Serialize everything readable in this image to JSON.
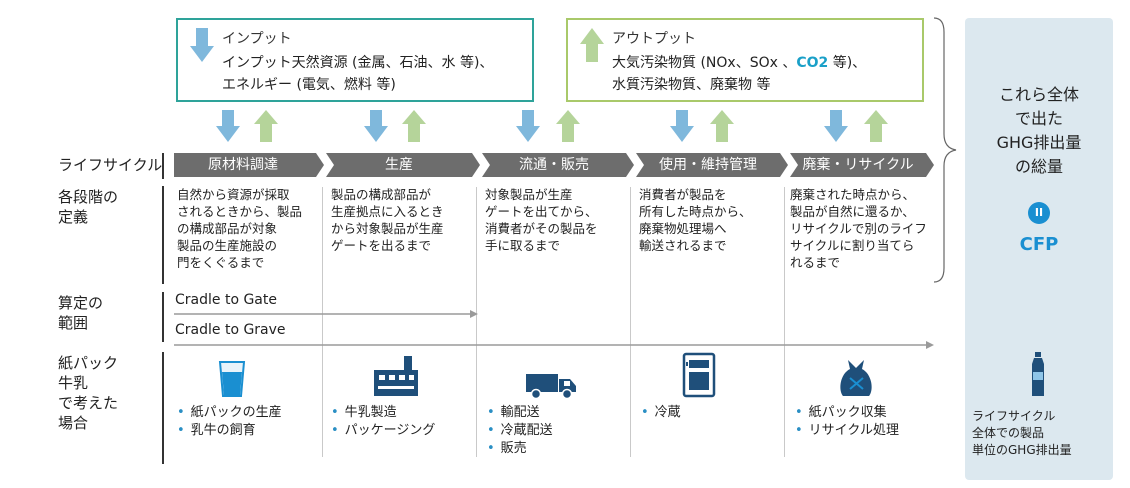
{
  "input_box": {
    "title": "インプット",
    "line1": "インプット天然資源 (金属、石油、水 等)、",
    "line2": "エネルギー (電気、燃料 等)"
  },
  "output_box": {
    "title": "アウトプット",
    "line1_pre": "大気汚染物質 (NOx、SOx 、",
    "line1_co2": "CO2",
    "line1_post": " 等)、",
    "line2": "水質汚染物質、廃棄物 等"
  },
  "row_labels": {
    "lifecycle": "ライフサイクル",
    "definition_1": "各段階の",
    "definition_2": "定義",
    "range_1": "算定の",
    "range_2": "範囲",
    "example_1": "紙パック",
    "example_2": "牛乳",
    "example_3": "で考えた",
    "example_4": "場合"
  },
  "stages": [
    {
      "label": "原材料調達",
      "definition": "自然から資源が採取\nされるときから、製品\nの構成部品が対象\n製品の生産施設の\n門をくぐるまで",
      "examples": [
        "紙パックの生産",
        "乳牛の飼育"
      ],
      "icon": "milk-glass-icon"
    },
    {
      "label": "生産",
      "definition": "製品の構成部品が\n生産拠点に入るとき\nから対象製品が生産\nゲートを出るまで",
      "examples": [
        "牛乳製造",
        "パッケージング"
      ],
      "icon": "factory-icon"
    },
    {
      "label": "流通・販売",
      "definition": "対象製品が生産\nゲートを出てから、\n消費者がその製品を\n手に取るまで",
      "examples": [
        "輸配送",
        "冷蔵配送",
        "販売"
      ],
      "icon": "truck-icon"
    },
    {
      "label": "使用・維持管理",
      "definition": "消費者が製品を\n所有した時点から、\n廃棄物処理場へ\n輸送されるまで",
      "examples": [
        "冷蔵"
      ],
      "icon": "refrigerator-icon"
    },
    {
      "label": "廃棄・リサイクル",
      "definition": "廃棄された時点から、\n製品が自然に還るか、\nリサイクルで別のライフ\nサイクルに割り当てら\nれるまで",
      "examples": [
        "紙パック収集",
        "リサイクル処理"
      ],
      "icon": "garbage-bag-icon"
    }
  ],
  "ranges": {
    "gate": "Cradle to Gate",
    "grave": "Cradle to Grave"
  },
  "right_panel": {
    "line1": "これら全体",
    "line2": "で出た",
    "line3": "GHG排出量",
    "line4": "の総量",
    "equals": "II",
    "cfp": "CFP",
    "bottom1": "ライフサイクル",
    "bottom2": "全体での製品",
    "bottom3": "単位のGHG排出量"
  },
  "colors": {
    "teal": "#2ea39a",
    "light_green": "#a9c96a",
    "arrow_blue": "#7fb8dc",
    "arrow_green": "#b5d49a",
    "stage_gray": "#6d6d6d",
    "accent_blue": "#1a8fd1",
    "panel_bg": "#dce8ef"
  }
}
